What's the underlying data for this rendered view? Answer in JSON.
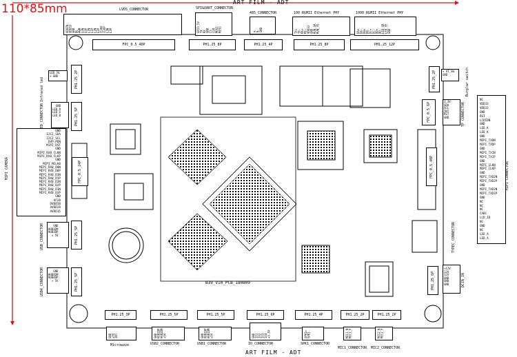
{
  "dimension_label": "110*85mm",
  "art_film_top": "ART FILM - ADT",
  "art_film_bottom": "ART FILM - ADT",
  "board_label": "B39_V10_PCB_180809",
  "top_connectors": [
    {
      "name": "LVDS_CONNECTOR"
    },
    {
      "name": "SPI&UART_CONNECTOR"
    },
    {
      "name": "485_CONNECTOR"
    },
    {
      "name": "100 RGMII Ethernet PHY"
    },
    {
      "name": "1000 RGMII Ethernet PHY"
    }
  ],
  "top_footprints": {
    "fpc40": "FPC_0.5_40P",
    "ph8": "PH1.25_8P",
    "ph4": "PH1.25_4P",
    "ph8b": "PH1.25_8P",
    "ph12": "PH1.25_12P"
  },
  "pins_485": "A\nB\nGND",
  "pins_100": "TX+\nTX-\nRX+\nRX-\nVDD33\nGND\nRUN_GR\nRUN_YE",
  "pins_1000": "DA+\nDA-\nDB+\nDB-\nDC+\nDC-\nDD+\nDD-\nLED_GR\nLED_YE\nGND",
  "pins_spi": "GPIO_5V\nTX\nRX\nGND\nCS\nCLK\nMOSI\nMISO",
  "pins_lvds": "VDDIN\nVDD33\nGND\nBL\nPWM\nL0N\nL0P\nL1N\nL1P\nL2N\nL2P\nCLKN\nCLKP\nL3N\nL3P",
  "left": {
    "led5v": "LED_5V\n+ GND",
    "infrared": "Infrared led",
    "led_connector": "LED_CONNECTOR",
    "led_pins": "GND\nLED_R\nLED_G\nLED_B",
    "mipi_camera": "MIPI CAMERA",
    "camera_pins": "GND\nI2C2_SDA\nI2C2_SCL\nDVP_PDN\nMIPI_RST\nGND\nMIPI_RX0_CLKN\nMIPI_RX0_CLKP\nGND\nMIPI_MCLK0\nMIPI_RX0_D0N\nMIPI_RX0_D0P\nMIPI_RX0_D1N\nMIPI_RX0_D1P\nMIPI_RX0_D2N\nMIPI_RX0_D2P\nMIPI_RX0_D3N\nMIPI_RX0_D3P\nGND\nAF28\nDVDD18\nAVDD28\nAVDD15",
    "usb_connector": "USB_CONNECTOR",
    "usb_pins": "GND\nHUB3DM\nHUB3DP\n+ 5V",
    "usb4_connector": "USB4_CONNECTOR",
    "usb4_pins": "GND\nHUB4DM\nHUB4DP\n+ 5V"
  },
  "right": {
    "at_sw": "+ AT_SW\nGND",
    "burglar": "Burglar switch",
    "tp_connector": "TP CONNECTOR",
    "tp_pins": "3.3V\nSDA\nSCL\nINT\nRST\nGND",
    "mipi_connector": "MIPI CONNECTOR",
    "mipi_pins": "NC\nVDD33\nVDD33\nGND\nRST\nLCDIDN\nGND\nLED_K\nLED_K\nGND\nMIPI_TXDN\nMIPI_TXDP\nGND\nMIPI_TX1N\nMIPI_TX1P\nGND\nMIPI_CLKN\nMIPI_CLKP\nGND\nMIPI_TXD2N\nMIPI_TXD2P\nGND\nMIPI_TXD3N\nMIPI_TXD3P\nGND\nNC\nNC\nNC\nCABC\nLCD_ID\nNC\nGND\nNC\nLED_A\nLED_A",
    "dcin": "DCIN_IN",
    "dcin_pins": "+12V\n12V\n12V\nGND\nGND\nGND",
    "typec": "TYPEC_CONNECTOR"
  },
  "bottom_connectors": [
    {
      "name": "Microwave",
      "pins": "GND\n+5V\nINT"
    },
    {
      "name": "USB2_CONNECTOR",
      "pins": "GND\nHUB2DP\nHUB2DM\n+5V"
    },
    {
      "name": "USB1_CONNECTOR",
      "pins": "GND\nHUB1DP\nHUB1DM\n+5V"
    },
    {
      "name": "IO_CONNECTOR",
      "pins": "GND\nIO1\nIO2\nIO3\nIO4\n+3.3V"
    },
    {
      "name": "SPK1_CONNECTOR",
      "pins": "SPK1+\nSPK1-"
    },
    {
      "name": "MIC1_CONNECTOR",
      "pins": "MIC1_N\nMIC1_P"
    },
    {
      "name": "MIC2_CONNECTOR",
      "pins": "MIC2_N\nMIC2_P"
    }
  ],
  "bottom_footprints": [
    "PH1.25_3P",
    "PH1.25_5P",
    "PH1.25_5P",
    "PH1.25_6P",
    "PH1.25_4P",
    "PH1.25_2P",
    "PH1.25_2P"
  ],
  "side_footprints": {
    "ph2_left": "PH1.25_2P",
    "ph5_led": "PH1.25_5P",
    "fpc24": "FPC_0.5_24P",
    "ph5_usb": "PH1.25_5P",
    "ph5_usb4": "PH1.25_5P",
    "ph2_right": "PH1.25_2P",
    "fpc6": "FPC_0.5_6P",
    "fpc40r": "FPC_0.5_40P",
    "ph6_dc": "PH1.25_6P"
  }
}
